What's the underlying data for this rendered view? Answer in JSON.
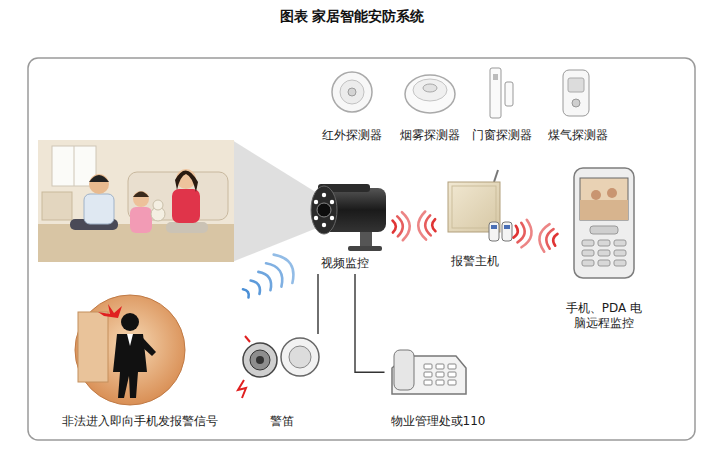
{
  "diagram": {
    "title": "图表 家居智能安防系统",
    "nodes": [
      {
        "text": [
          "红外探测器"
        ]
      },
      {
        "text": [
          "烟雾探测器"
        ]
      },
      {
        "text": [
          "门窗探测器"
        ]
      },
      {
        "text": [
          "煤气探测器"
        ]
      },
      {
        "text": [
          "视频监控"
        ]
      },
      {
        "text": [
          "报警主机"
        ]
      },
      {
        "text": [
          "手机、PDA 电脑远程监控"
        ]
      },
      {
        "text": [
          "非法进入即向手机发报警信号"
        ]
      },
      {
        "text": [
          "警笛"
        ]
      },
      {
        "text": [
          "物业管理处或110"
        ]
      }
    ],
    "edges": [
      {
        "from": 7,
        "to": 4,
        "arrow": "none"
      },
      {
        "from": 4,
        "to": 5,
        "arrow": "none"
      },
      {
        "from": 5,
        "to": 6,
        "arrow": "none"
      },
      {
        "from": 4,
        "to": 8,
        "arrow": "none"
      },
      {
        "from": 4,
        "to": 9,
        "arrow": "none"
      }
    ]
  }
}
